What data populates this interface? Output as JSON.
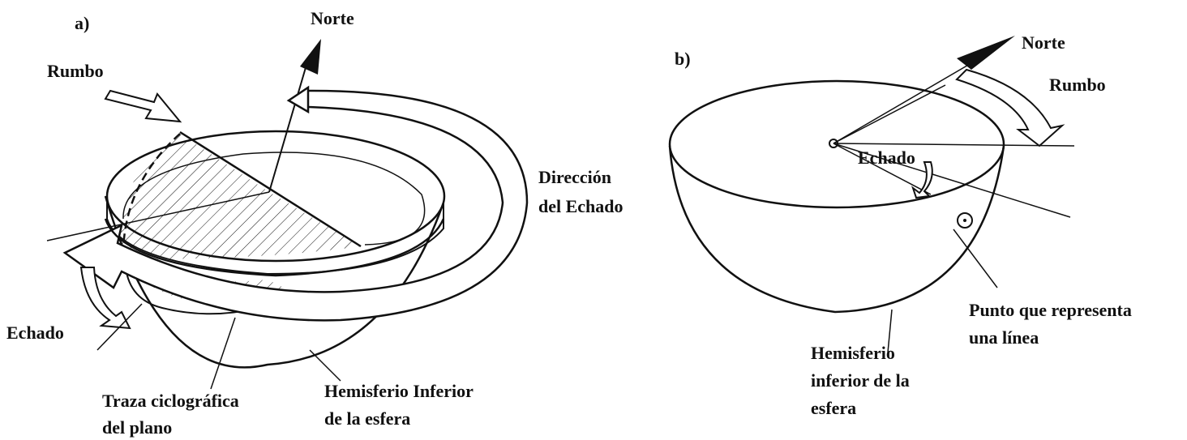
{
  "panel_a": {
    "tag": "a)",
    "labels": {
      "norte": "Norte",
      "rumbo": "Rumbo",
      "direccion_line1": "Dirección",
      "direccion_line2": "del Echado",
      "echado": "Echado",
      "traza_line1": "Traza ciclográfica",
      "traza_line2": "del plano",
      "hemisferio_line1": "Hemisferio Inferior",
      "hemisferio_line2": "de la esfera"
    }
  },
  "panel_b": {
    "tag": "b)",
    "labels": {
      "norte": "Norte",
      "rumbo": "Rumbo",
      "echado": "Echado",
      "punto_line1": "Punto que representa",
      "punto_line2": "una línea",
      "hemisferio_line1": "Hemisferio",
      "hemisferio_line2": "inferior de la",
      "hemisferio_line3": "esfera"
    }
  },
  "colors": {
    "ink": "#111111",
    "paper": "#ffffff"
  }
}
